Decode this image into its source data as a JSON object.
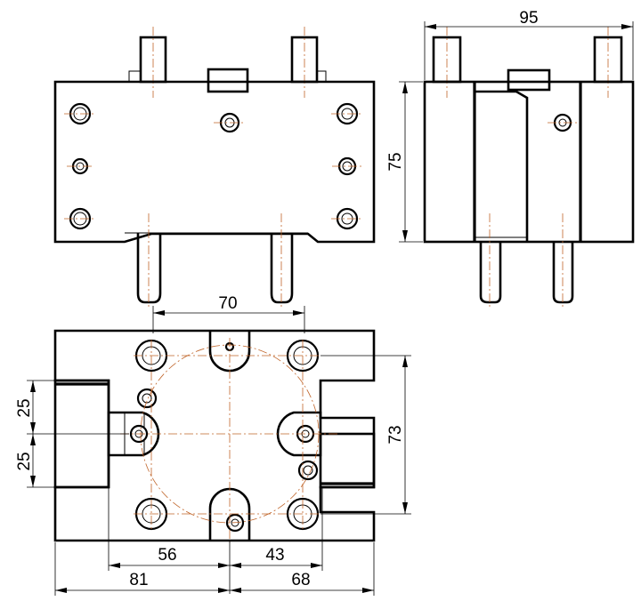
{
  "drawing": {
    "dimensions": {
      "top_width": "95",
      "side_height": "75",
      "hole_spacing": "70",
      "slot_upper": "25",
      "slot_lower": "25",
      "height_right": "73",
      "offset_left": "56",
      "offset_right": "43",
      "width_left": "81",
      "width_right": "68"
    }
  }
}
